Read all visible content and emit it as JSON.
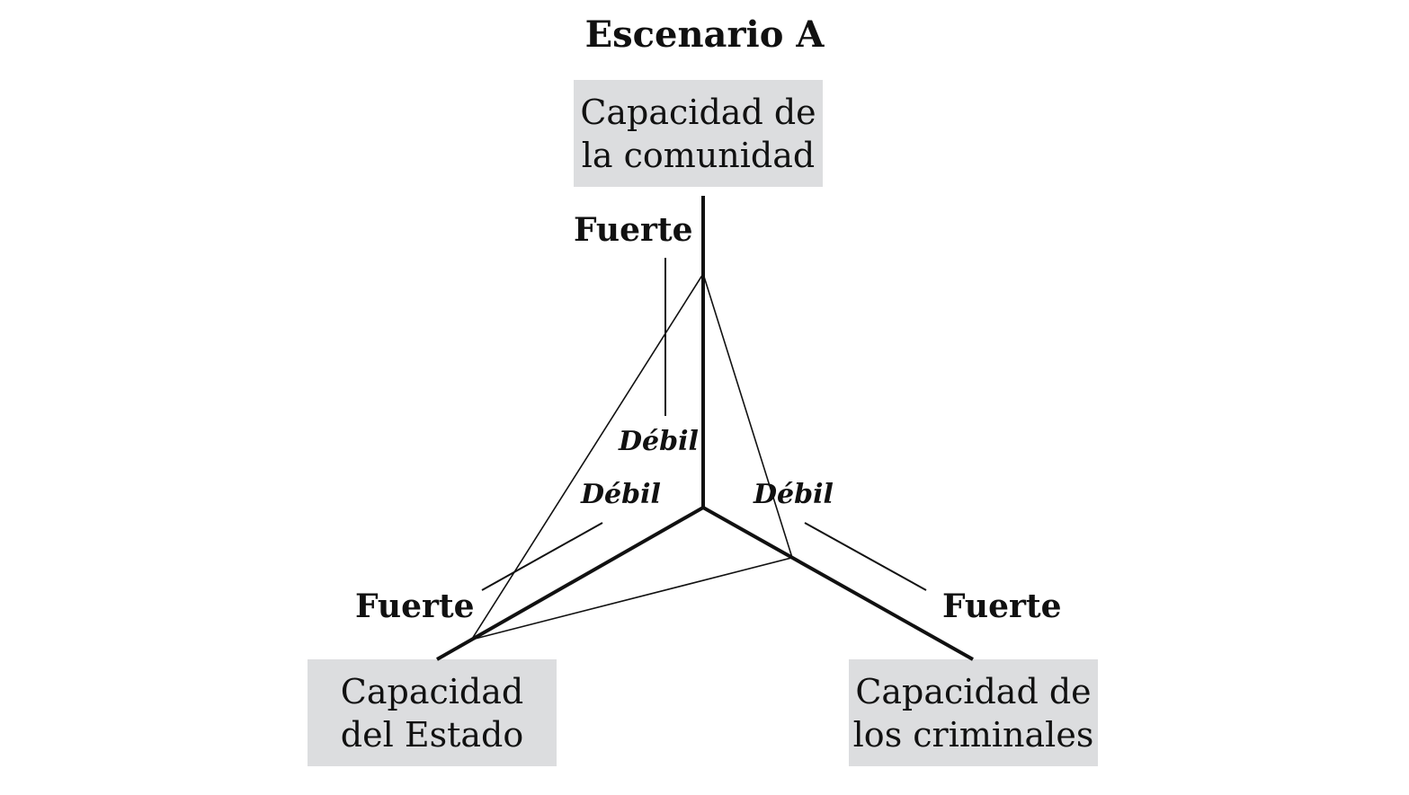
{
  "title": "Escenario A",
  "axes": {
    "community": {
      "label_line1": "Capacidad de",
      "label_line2": "la comunidad",
      "strong_label": "Fuerte",
      "weak_label": "Débil",
      "value": 0.75
    },
    "state": {
      "label_line1": "Capacidad",
      "label_line2": "del Estado",
      "strong_label": "Fuerte",
      "weak_label": "Débil",
      "value": 0.87
    },
    "criminals": {
      "label_line1": "Capacidad de",
      "label_line2": "los criminales",
      "strong_label": "Fuerte",
      "weak_label": "Débil",
      "value": 0.33
    }
  },
  "colors": {
    "box_fill": "#dcdddf",
    "line": "#111111",
    "background": "#ffffff"
  }
}
